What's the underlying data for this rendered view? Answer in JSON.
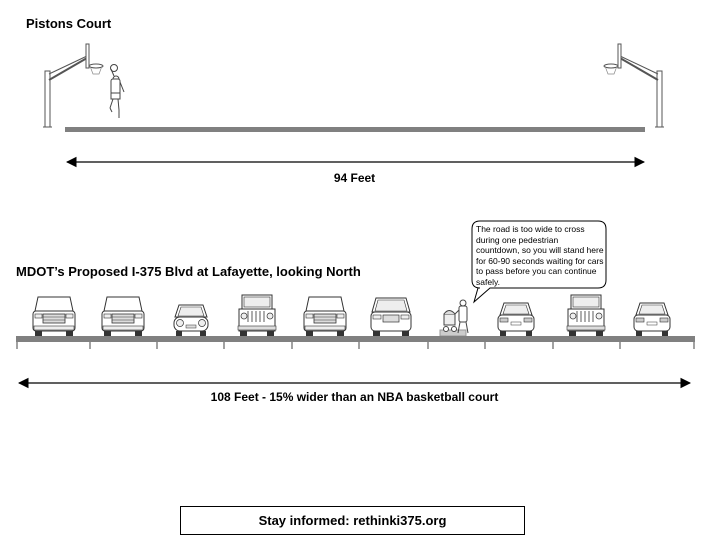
{
  "court": {
    "title": "Pistons Court",
    "dimension_label": "94 Feet"
  },
  "road": {
    "title": "MDOT’s Proposed I-375 Blvd at Lafayette, looking North",
    "dimension_label": "108 Feet - 15% wider than an NBA basketball court",
    "pedestrian_note": "The road is too wide to cross during one pedestrian countdown, so you will stand here for 60-90 seconds waiting for cars to pass before you can continue safely.",
    "vehicles": [
      "pickup-truck",
      "pickup-truck",
      "compact-car",
      "jeep",
      "pickup-truck",
      "suv",
      "sedan",
      "jeep",
      "sedan"
    ]
  },
  "cta": {
    "text": "Stay informed: rethinki375.org"
  },
  "colors": {
    "court_floor": "#808080",
    "road_surface": "#808080",
    "line": "#000000"
  }
}
